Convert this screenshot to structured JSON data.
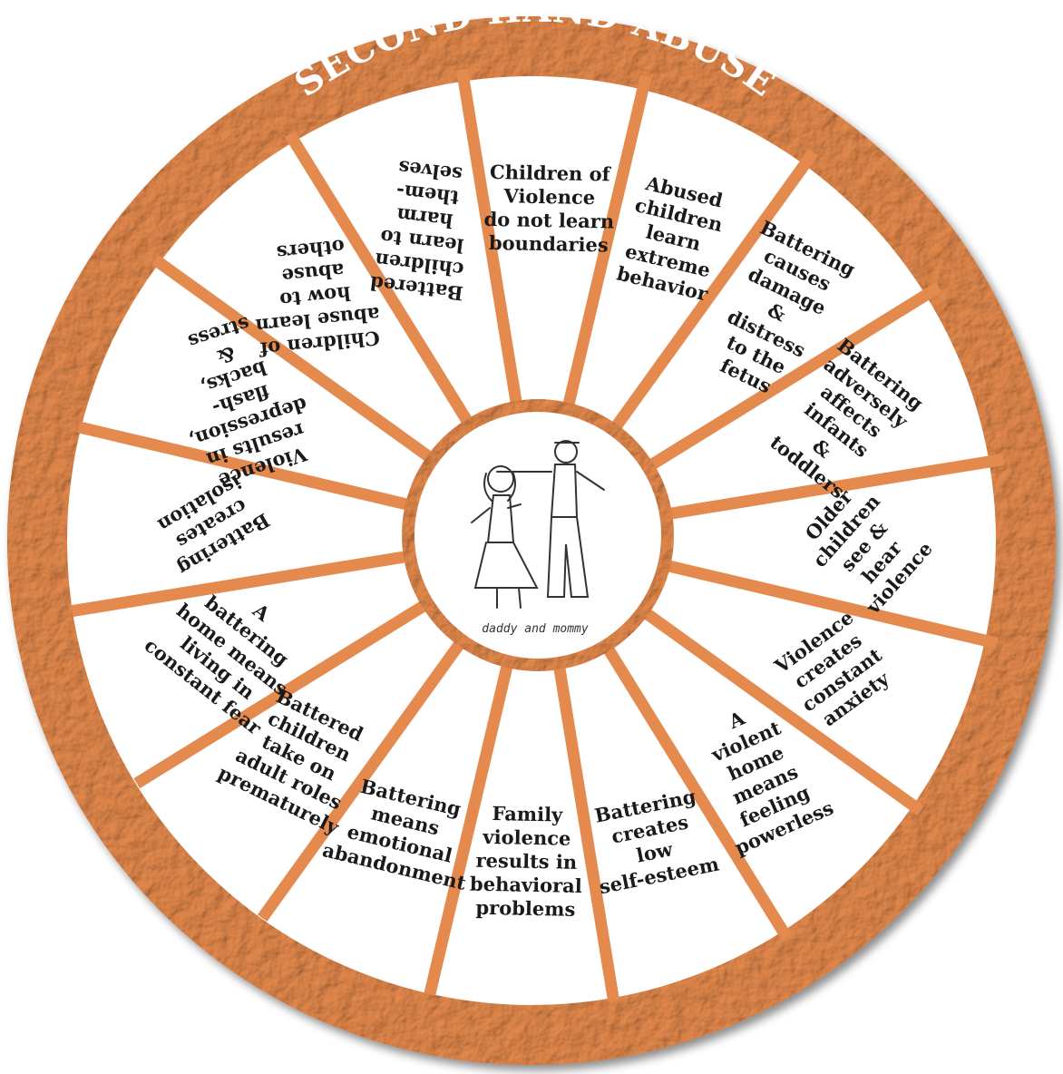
{
  "title": "SECOND HAND ABUSE",
  "center": {
    "caption": "daddy and mommy"
  },
  "colors": {
    "rim": "#e07a3a",
    "rim_dark": "#b9571f",
    "spoke": "#e58a4e",
    "segment_bg": "#ffffff",
    "text": "#1a1a1a"
  },
  "segments": [
    {
      "lines": [
        "Children of",
        "Violence",
        "do not learn",
        "boundaries"
      ]
    },
    {
      "lines": [
        "Abused",
        "children",
        "learn",
        "extreme",
        "behavior"
      ]
    },
    {
      "lines": [
        "Battering",
        "causes",
        "damage",
        "&",
        "distress",
        "to the",
        "fetus"
      ]
    },
    {
      "lines": [
        "Battering",
        "adversely",
        "affects",
        "infants",
        "&",
        "toddlers"
      ]
    },
    {
      "lines": [
        "Older",
        "children",
        "see &",
        "hear",
        "violence"
      ]
    },
    {
      "lines": [
        "Violence",
        "creates",
        "constant",
        "anxiety"
      ]
    },
    {
      "lines": [
        "A",
        "violent",
        "home",
        "means",
        "feeling",
        "powerless"
      ]
    },
    {
      "lines": [
        "Battering",
        "creates",
        "low",
        "self-esteem"
      ]
    },
    {
      "lines": [
        "Family",
        "violence",
        "results in",
        "behavioral",
        "problems"
      ]
    },
    {
      "lines": [
        "Battering",
        "means",
        "emotional",
        "abandonment"
      ]
    },
    {
      "lines": [
        "Battered",
        "children",
        "take on",
        "adult roles",
        "prematurely"
      ]
    },
    {
      "lines": [
        "A",
        "battering",
        "home means",
        "living in",
        "constant fear"
      ]
    },
    {
      "lines": [
        "Battering",
        "creates",
        "isolation"
      ]
    },
    {
      "lines": [
        "Violence",
        "results in",
        "depression,",
        "flash-",
        "backs,",
        "&",
        "stress"
      ]
    },
    {
      "lines": [
        "Children of",
        "abuse learn",
        "how to",
        "abuse",
        "others"
      ]
    },
    {
      "lines": [
        "Battered",
        "children",
        "learn to",
        "harm",
        "them-",
        "selves"
      ]
    }
  ]
}
